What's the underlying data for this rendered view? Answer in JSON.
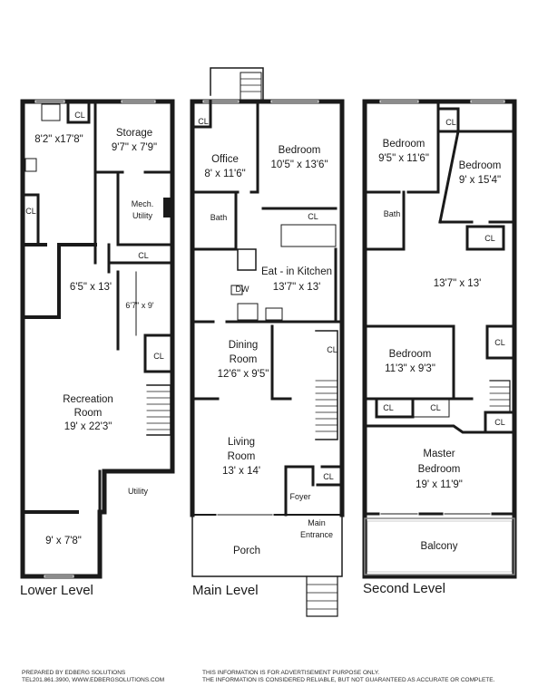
{
  "levels": {
    "lower": {
      "title": "Lower Level",
      "rooms": [
        {
          "id": "room-8x17",
          "lines": [
            "8'2\" x17'8\""
          ]
        },
        {
          "id": "storage",
          "lines": [
            "Storage",
            "9'7\" x 7'9\""
          ]
        },
        {
          "id": "mech-utility",
          "lines": [
            "Mech.",
            "Utility"
          ]
        },
        {
          "id": "room-6x13",
          "lines": [
            "6'5\" x 13'"
          ]
        },
        {
          "id": "room-6x9",
          "lines": [
            "6'7\" x 9'"
          ]
        },
        {
          "id": "recreation-room",
          "lines": [
            "Recreation",
            "Room",
            "19' x 22'3\""
          ]
        },
        {
          "id": "utility",
          "lines": [
            "Utility"
          ]
        },
        {
          "id": "room-9x7",
          "lines": [
            "9' x 7'8\""
          ]
        }
      ],
      "closets": [
        "CL",
        "CL",
        "CL",
        "CL"
      ]
    },
    "main": {
      "title": "Main Level",
      "rooms": [
        {
          "id": "office",
          "lines": [
            "Office",
            "8' x 11'6\""
          ]
        },
        {
          "id": "bedroom-main",
          "lines": [
            "Bedroom",
            "10'5\" x 13'6\""
          ]
        },
        {
          "id": "bath-main",
          "lines": [
            "Bath"
          ]
        },
        {
          "id": "kitchen",
          "lines": [
            "Eat - in Kitchen",
            "13'7\" x 13'"
          ]
        },
        {
          "id": "dining-room",
          "lines": [
            "Dining",
            "Room",
            "12'6\" x 9'5\""
          ]
        },
        {
          "id": "living-room",
          "lines": [
            "Living",
            "Room",
            "13' x 14'"
          ]
        },
        {
          "id": "foyer",
          "lines": [
            "Foyer"
          ]
        },
        {
          "id": "main-entrance",
          "lines": [
            "Main",
            "Entrance"
          ]
        },
        {
          "id": "porch",
          "lines": [
            "Porch"
          ]
        }
      ],
      "closets": [
        "CL",
        "CL",
        "CL",
        "CL"
      ],
      "appliances": [
        "DW"
      ]
    },
    "second": {
      "title": "Second Level",
      "rooms": [
        {
          "id": "bedroom-a",
          "lines": [
            "Bedroom",
            "9'5\" x 11'6\""
          ]
        },
        {
          "id": "bedroom-b",
          "lines": [
            "Bedroom",
            "9' x 15'4\""
          ]
        },
        {
          "id": "bath-second",
          "lines": [
            "Bath"
          ]
        },
        {
          "id": "hall-13x13",
          "lines": [
            "13'7\" x 13'"
          ]
        },
        {
          "id": "bedroom-c",
          "lines": [
            "Bedroom",
            "11'3\" x 9'3\""
          ]
        },
        {
          "id": "master-bedroom",
          "lines": [
            "Master",
            "Bedroom",
            "19' x 11'9\""
          ]
        },
        {
          "id": "balcony",
          "lines": [
            "Balcony"
          ]
        }
      ],
      "closets": [
        "CL",
        "CL",
        "CL",
        "CL",
        "CL",
        "CL"
      ]
    }
  },
  "footer": {
    "prepared_by": "PREPARED BY EDBERG SOLUTIONS",
    "contact": "TEL201.861.3900, WWW.EDBERGSOLUTIONS.COM",
    "disclaimer_1": "THIS INFORMATION IS FOR ADVERTISEMENT PURPOSE ONLY.",
    "disclaimer_2": "THE INFORMATION IS CONSIDERED RELIABLE, BUT NOT GUARANTEED AS ACCURATE OR COMPLETE."
  },
  "colors": {
    "wall": "#1a1a1a",
    "line": "#555555",
    "balcony": "#888888"
  }
}
